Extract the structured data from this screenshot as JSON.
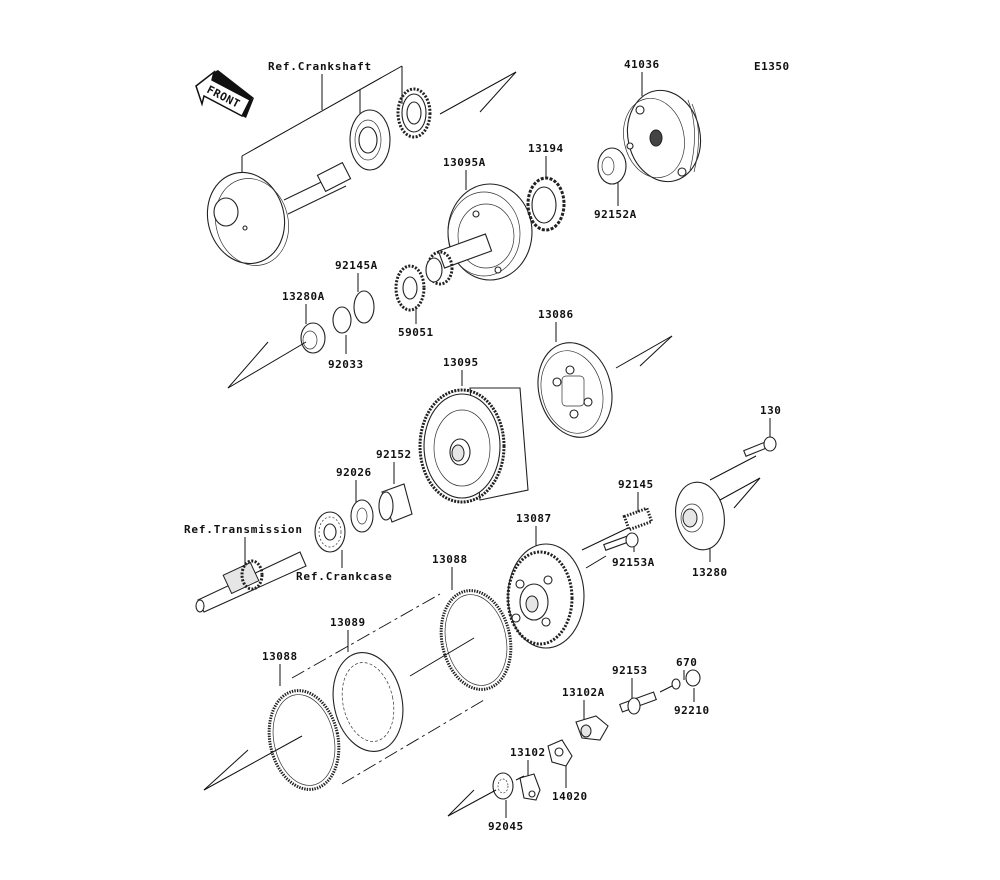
{
  "diagram": {
    "code": "E1350",
    "front_marker": "FRONT",
    "references": {
      "crankshaft": "Ref.Crankshaft",
      "transmission": "Ref.Transmission",
      "crankcase": "Ref.Crankcase"
    },
    "parts": {
      "p41036": "41036",
      "p13095A": "13095A",
      "p13194": "13194",
      "p92152A": "92152A",
      "p92145A": "92145A",
      "p13280A": "13280A",
      "p92033": "92033",
      "p59051": "59051",
      "p13086": "13086",
      "p13095": "13095",
      "p130": "130",
      "p92152": "92152",
      "p92026": "92026",
      "p92145": "92145",
      "p13087": "13087",
      "p13280": "13280",
      "p92153A": "92153A",
      "p13088_upper": "13088",
      "p13089": "13089",
      "p13088_lower": "13088",
      "p670": "670",
      "p92153": "92153",
      "p13102A": "13102A",
      "p92210": "92210",
      "p13102": "13102",
      "p14020": "14020",
      "p92045": "92045"
    }
  }
}
